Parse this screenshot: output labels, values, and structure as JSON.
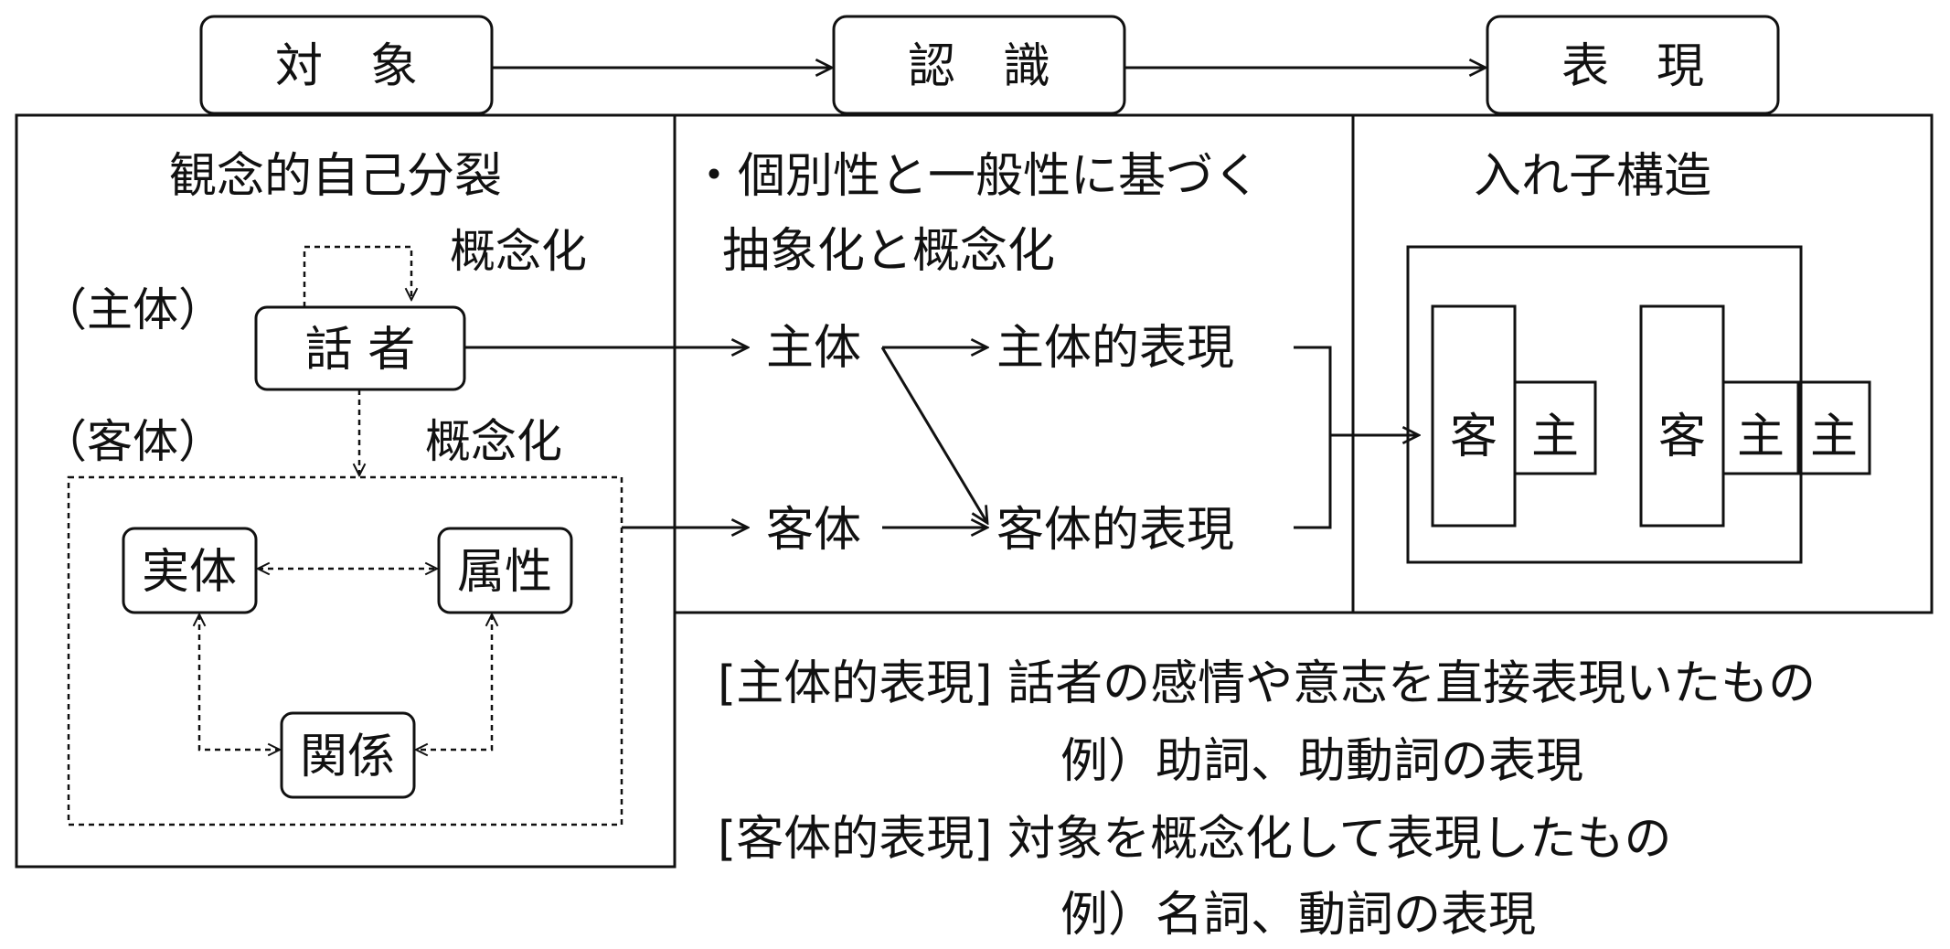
{
  "stages": {
    "object": "対　象",
    "cognition": "認　識",
    "expression": "表　現"
  },
  "left": {
    "title": "観念的自己分裂",
    "conceptualize_1": "概念化",
    "subject_label": "（主体）",
    "speaker": "話 者",
    "object_label": "（客体）",
    "conceptualize_2": "概念化",
    "entity": "実体",
    "attribute": "属性",
    "relation": "関係"
  },
  "middle": {
    "line1": "・個別性と一般性に基づく",
    "line2": "抽象化と概念化",
    "subject": "主体",
    "object": "客体",
    "subjective_expr": "主体的表現",
    "objective_expr": "客体的表現"
  },
  "right": {
    "title": "入れ子構造",
    "kyaku_1": "客",
    "shu_1": "主",
    "kyaku_2": "客",
    "shu_2": "主",
    "shu_3": "主"
  },
  "notes": {
    "subjective_def": "[主体的表現] 話者の感情や意志を直接表現いたもの",
    "subjective_ex": "例）助詞、助動詞の表現",
    "objective_def": "[客体的表現] 対象を概念化して表現したもの",
    "objective_ex": "例）名詞、動詞の表現"
  }
}
